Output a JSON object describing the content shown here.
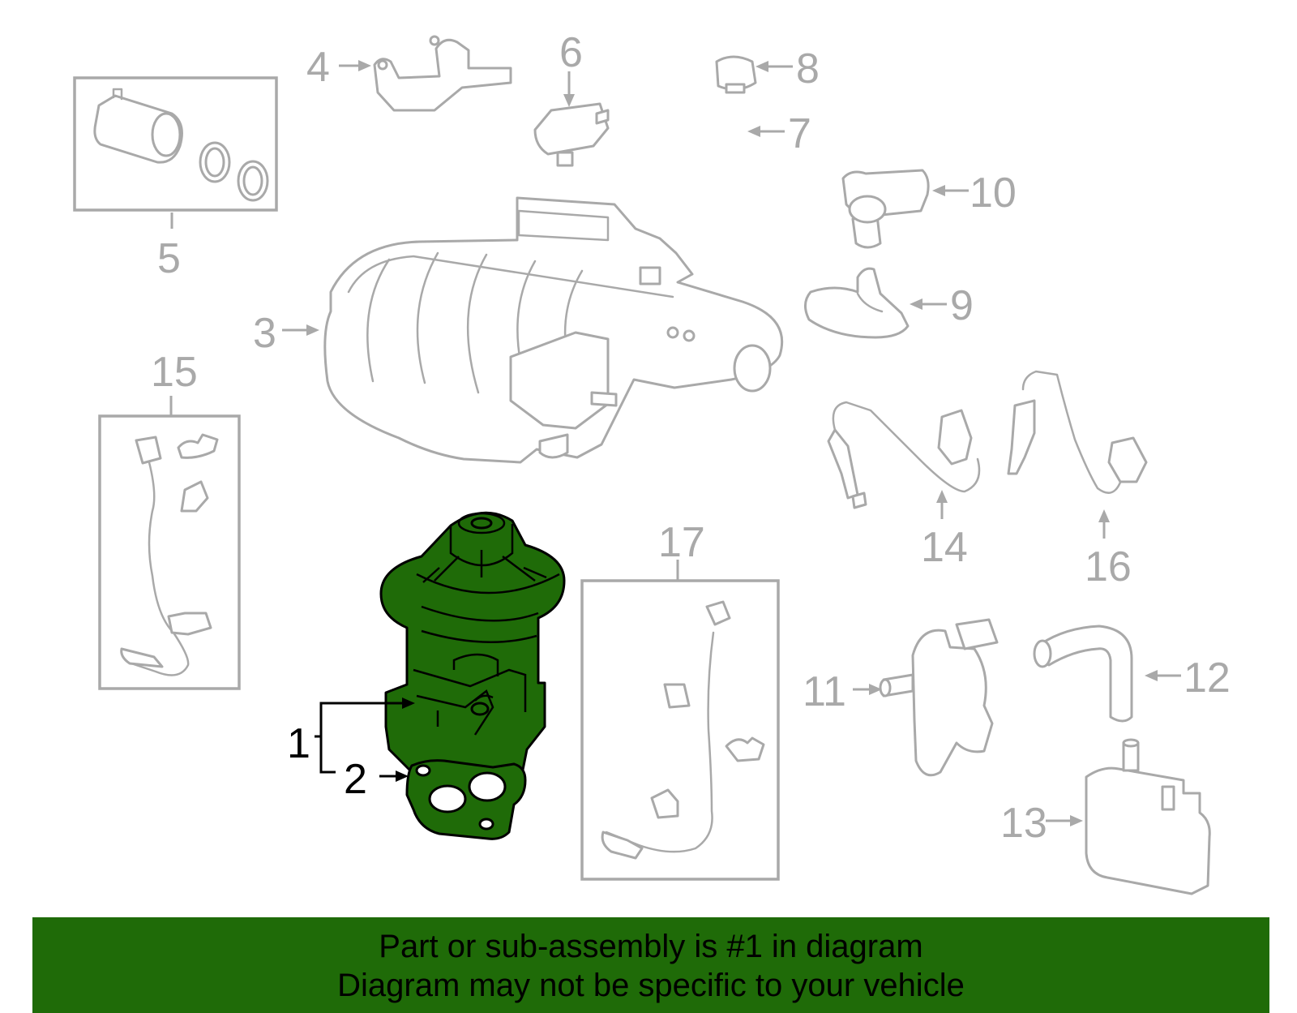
{
  "diagram": {
    "callouts": {
      "p1": "1",
      "p2": "2",
      "p3": "3",
      "p4": "4",
      "p5": "5",
      "p6": "6",
      "p7": "7",
      "p8": "8",
      "p9": "9",
      "p10": "10",
      "p11": "11",
      "p12": "12",
      "p13": "13",
      "p14": "14",
      "p15": "15",
      "p16": "16",
      "p17": "17"
    },
    "highlighted_part": "1",
    "colors": {
      "highlight": "#1f6b08",
      "line_art": "#a9a9a9",
      "banner_bg": "#1f6b08"
    }
  },
  "banner": {
    "line1": "Part or sub-assembly is #1 in diagram",
    "line2": "Diagram may not be specific to your vehicle"
  }
}
